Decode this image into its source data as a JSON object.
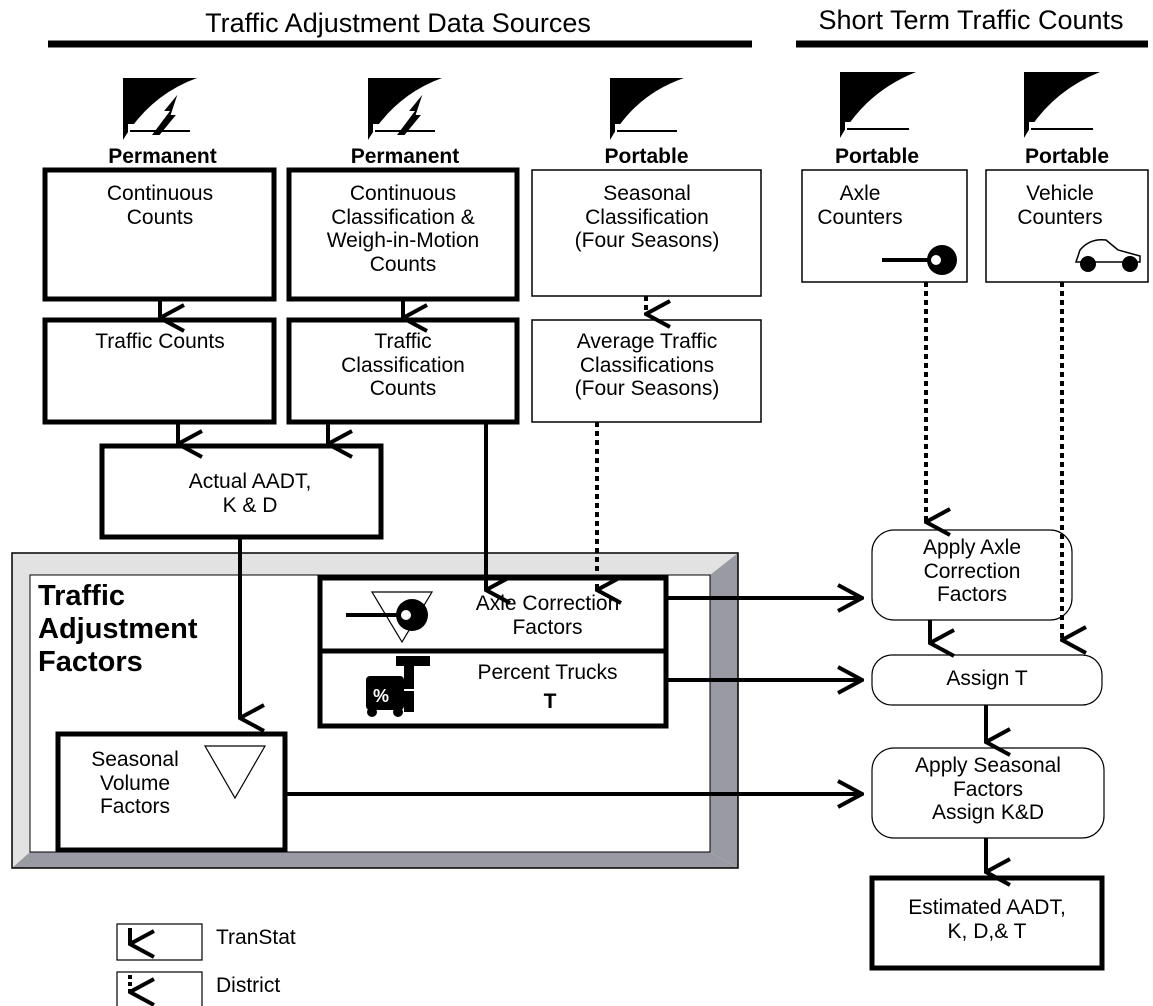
{
  "headers": {
    "sources": "Traffic Adjustment Data Sources",
    "short_term": "Short Term Traffic Counts"
  },
  "captions": [
    "Permanent",
    "Permanent",
    "Portable",
    "Portable",
    "Portable"
  ],
  "boxes": {
    "continuous_counts": "Continuous\nCounts",
    "continuous_classification": "Continuous\nClassification &\nWeigh-in-Motion\nCounts",
    "seasonal_classification": "Seasonal\nClassification\n(Four Seasons)",
    "axle_counters": "Axle\nCounters",
    "vehicle_counters": "Vehicle\nCounters",
    "traffic_counts": "Traffic Counts",
    "traffic_classification_counts": "Traffic\nClassification\nCounts",
    "average_traffic_classifications": "Average Traffic\nClassifications\n(Four Seasons)",
    "actual_aadt": "Actual AADT,\nK & D",
    "axle_correction_factors": "Axle Correction\nFactors",
    "percent_trucks": "Percent Trucks",
    "percent_trucks_symbol": "T",
    "seasonal_volume_factors": "Seasonal\nVolume\nFactors",
    "apply_axle_correction": "Apply Axle\nCorrection\nFactors",
    "assign_t": "Assign T",
    "apply_seasonal_factors": "Apply Seasonal\nFactors\nAssign K&D",
    "estimated_aadt": "Estimated AADT,\nK, D,& T"
  },
  "panel_title": "Traffic\nAdjustment\nFactors",
  "legend": {
    "solid": "TranStat",
    "dotted": "District"
  },
  "icons": [
    "traffic-counter-lightning-icon",
    "traffic-counter-icon",
    "axle-sensor-icon",
    "car-icon",
    "truck-icon",
    "triangle-icon"
  ]
}
